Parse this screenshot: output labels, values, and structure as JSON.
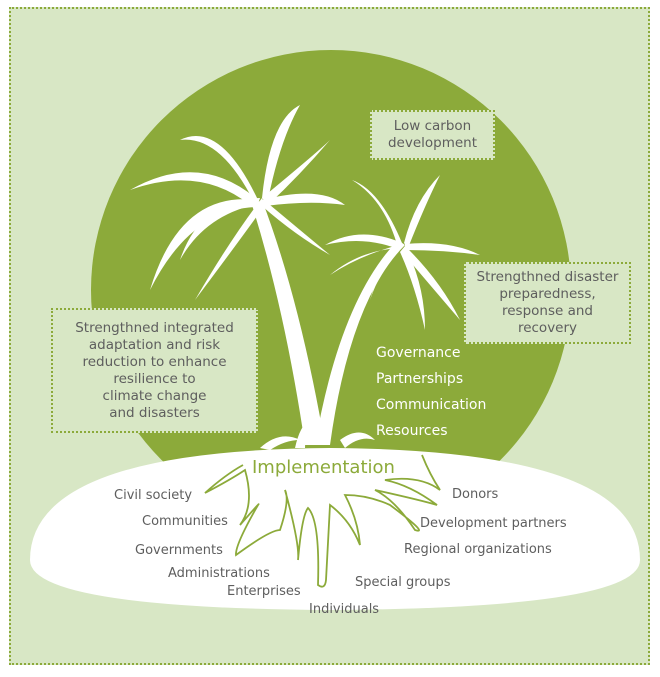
{
  "colors": {
    "background": "#d8e7c5",
    "accent_green": "#8caa3a",
    "island": "#ffffff",
    "text_gray": "#5e5e5e"
  },
  "goals": {
    "low_carbon": "Low carbon\ndevelopment",
    "disaster": "Strengthned disaster\npreparedness,\nresponse and\nrecovery",
    "adaptation": "Strengthned integrated\nadaptation and risk\nreduction to enhance\nresilience to\nclimate change\nand disasters"
  },
  "enablers": [
    "Governance",
    "Partnerships",
    "Communication",
    "Resources"
  ],
  "implementation_title": "Implementation",
  "actors_left": [
    "Civil society",
    "Communities",
    "Governments",
    "Administrations",
    "Enterprises",
    "Individuals"
  ],
  "actors_right": [
    "Donors",
    "Development partners",
    "Regional organizations",
    "Special groups"
  ],
  "icons": [
    "palm-tree-large",
    "palm-tree-small",
    "roots"
  ]
}
